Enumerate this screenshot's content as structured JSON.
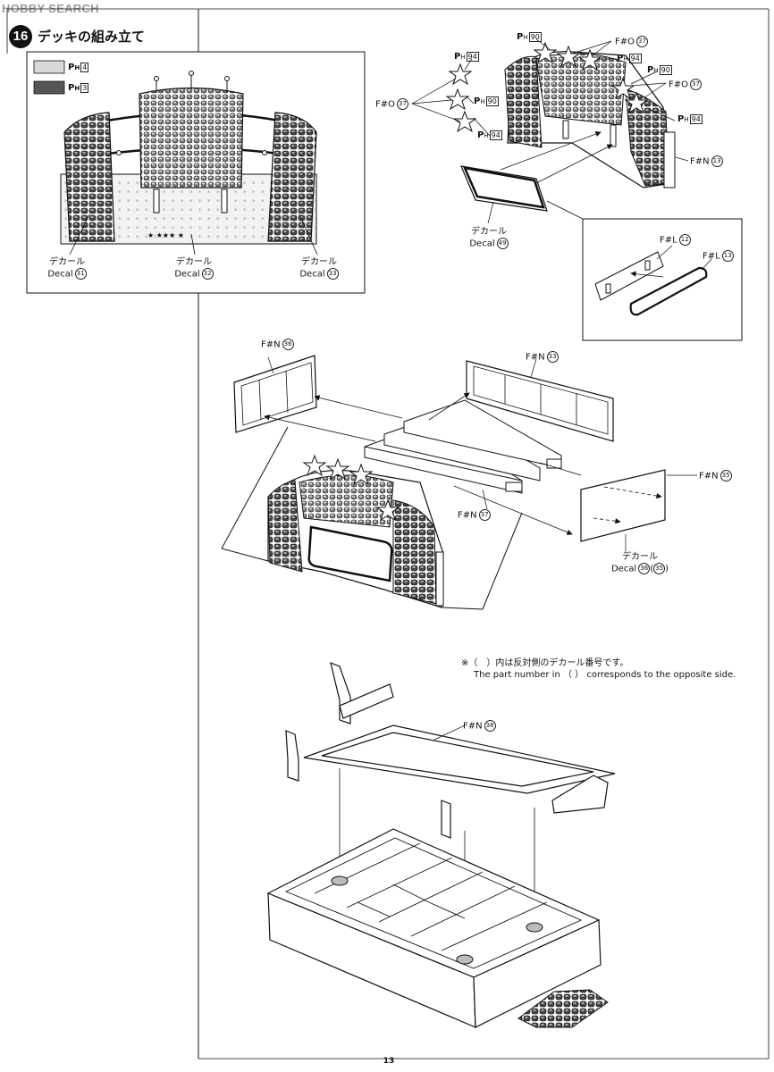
{
  "watermark": {
    "logo": "HOBBY",
    "text": "HOBBY SEARCH"
  },
  "step": {
    "number": "16",
    "title": "デッキの組み立て"
  },
  "paint_legend": [
    {
      "code": "P",
      "sub": "H",
      "num": "4",
      "color": "#cfcfcf"
    },
    {
      "code": "P",
      "sub": "H",
      "num": "3",
      "color": "#5a5a5a"
    }
  ],
  "decal_jp": "デカール",
  "decal_en": "Decal",
  "inset_decals": [
    "31",
    "32",
    "33"
  ],
  "labels": {
    "f_o": "F#O",
    "f_n": "F#N",
    "f_l": "F#L",
    "ph_code": "P",
    "ph_sub": "H"
  },
  "part_numbers": {
    "fo_37": "37",
    "ph_90": "90",
    "ph_94": "94",
    "fn_13": "13",
    "fl_12": "12",
    "fl_13": "13",
    "decal_49": "49",
    "fn_36": "36",
    "fn_33": "33",
    "fn_35": "35",
    "fn_37": "37",
    "fn_38": "38",
    "decal_36": "36",
    "decal_35": "35"
  },
  "note": {
    "jp": "※（　）内は反対側のデカール番号です。",
    "en": "The part number in （ ） corresponds to the opposite side."
  },
  "page_number": "13"
}
